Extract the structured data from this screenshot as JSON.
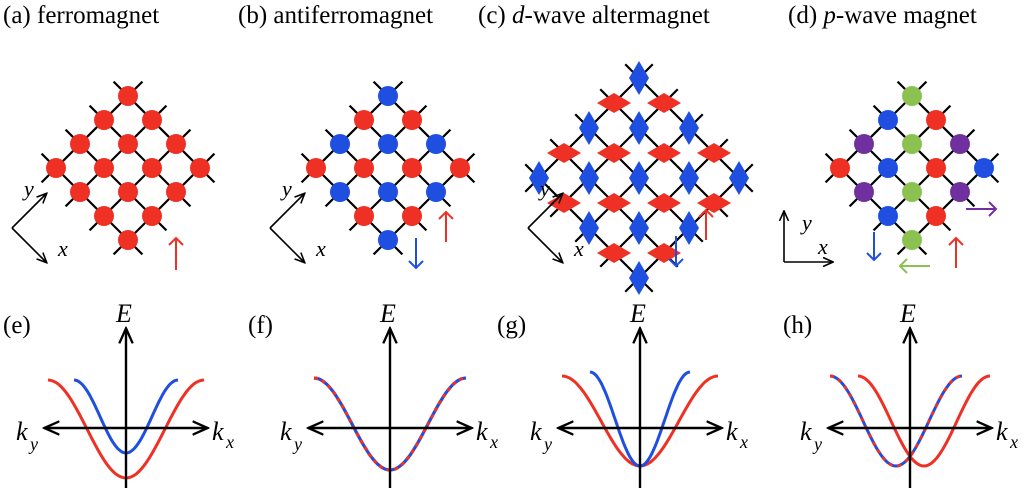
{
  "panels": [
    {
      "label": "(a)",
      "prefix": "",
      "italic": "",
      "title": "ferromagnet"
    },
    {
      "label": "(b)",
      "prefix": "",
      "italic": "",
      "title": "antiferromagnet"
    },
    {
      "label": "(c)",
      "prefix": "",
      "italic": "d",
      "title": "-wave altermagnet"
    },
    {
      "label": "(d)",
      "prefix": "",
      "italic": "p",
      "title": "-wave magnet"
    }
  ],
  "band_labels": [
    "(e)",
    "(f)",
    "(g)",
    "(h)"
  ],
  "axis_text": {
    "x": "x",
    "y": "y",
    "energy": "E",
    "kx": "k",
    "kx_sub": "x",
    "ky": "k",
    "ky_sub": "y"
  },
  "colors": {
    "red": "#ee3124",
    "blue": "#1f4fe0",
    "green": "#8cc152",
    "purple": "#7030a0",
    "black": "#000000"
  },
  "arrows": {
    "a": [
      {
        "dir": "up",
        "color": "red"
      }
    ],
    "b": [
      {
        "dir": "down",
        "color": "blue"
      },
      {
        "dir": "up",
        "color": "red"
      }
    ],
    "c": [
      {
        "dir": "down",
        "color": "blue"
      },
      {
        "dir": "up",
        "color": "red"
      }
    ],
    "d": [
      {
        "dir": "down",
        "color": "blue"
      },
      {
        "dir": "left",
        "color": "green"
      },
      {
        "dir": "up",
        "color": "red"
      },
      {
        "dir": "right",
        "color": "purple"
      }
    ]
  }
}
